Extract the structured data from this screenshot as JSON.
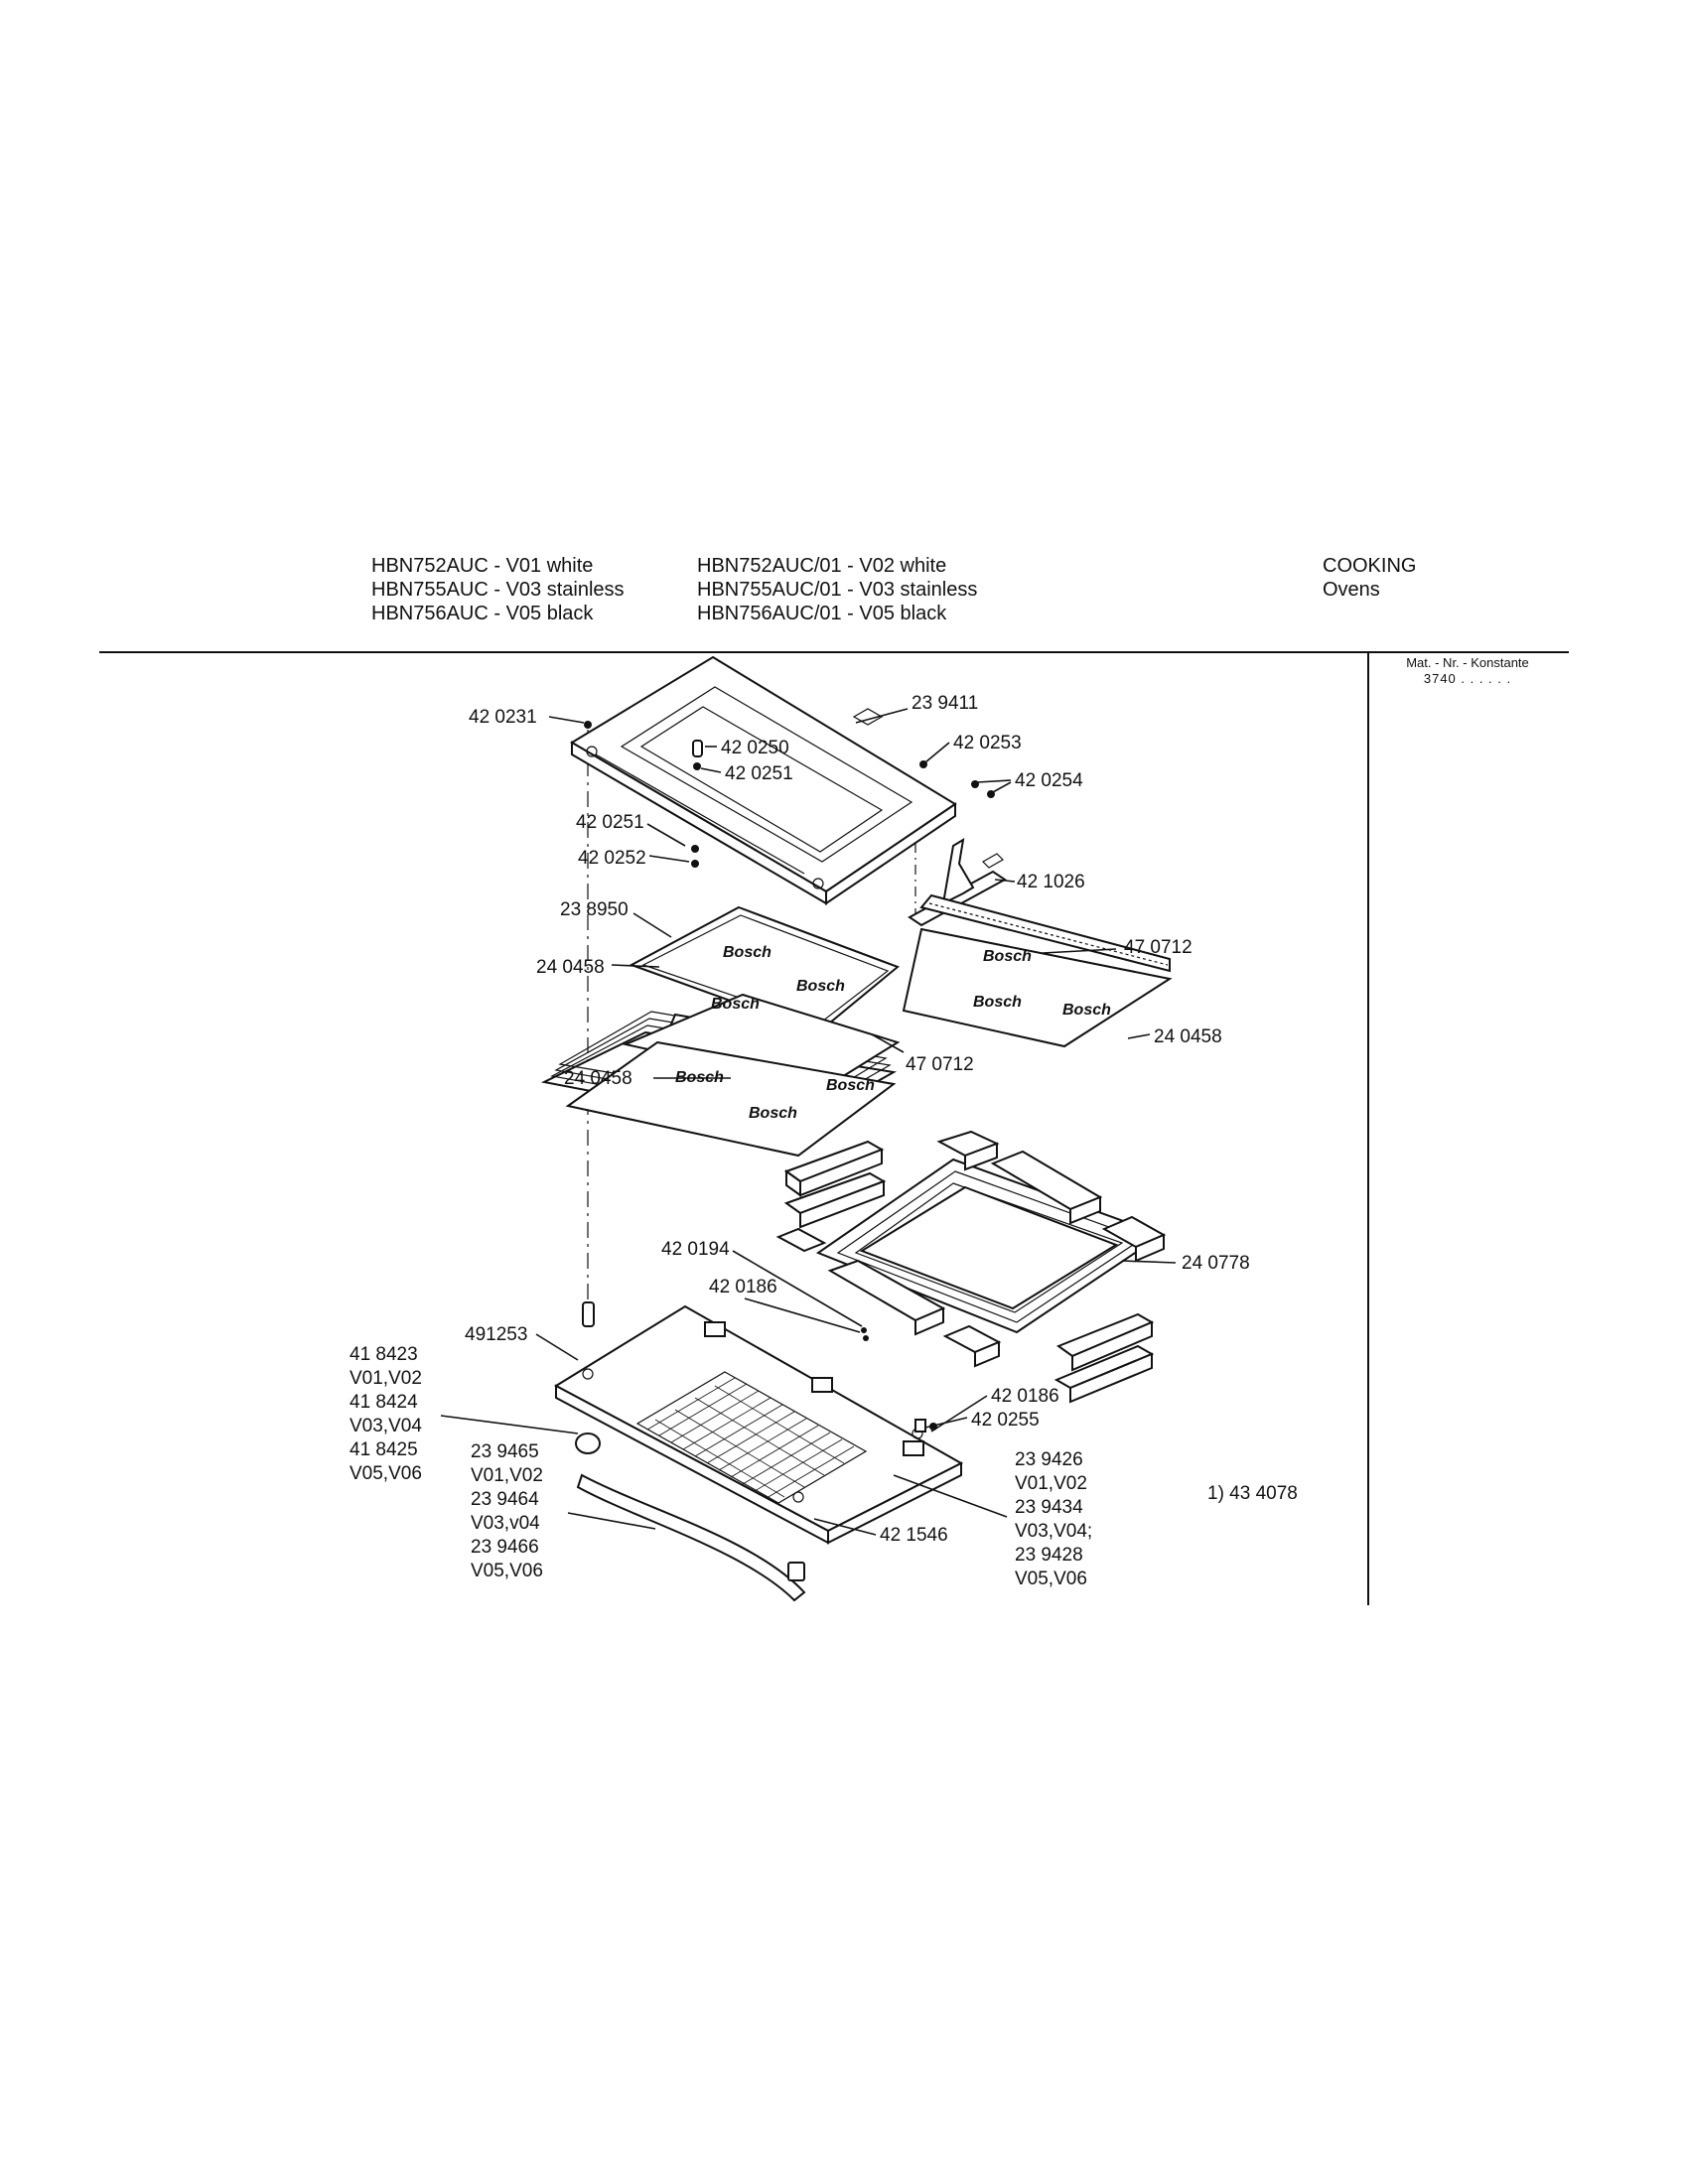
{
  "header": {
    "models_left": [
      "HBN752AUC - V01 white",
      "HBN755AUC - V03 stainless",
      "HBN756AUC - V05 black"
    ],
    "models_right": [
      "HBN752AUC/01 - V02 white",
      "HBN755AUC/01 - V03 stainless",
      "HBN756AUC/01 - V05 black"
    ],
    "category": [
      "COOKING",
      "Ovens"
    ]
  },
  "matnr": {
    "label": "Mat. - Nr. - Konstante",
    "value": "3740 . .   . . . ."
  },
  "parts": {
    "p420231": "42 0231",
    "p239411": "23 9411",
    "p420250": "42 0250",
    "p420251a": "42 0251",
    "p420253": "42 0253",
    "p420254": "42 0254",
    "p420251b": "42 0251",
    "p420252": "42 0252",
    "p421026": "42 1026",
    "p238950": "23 8950",
    "p470712a": "47 0712",
    "p240458a": "24 0458",
    "p470712b": "47 0712",
    "p240458b": "24 0458",
    "p240458c": "24 0458",
    "p240778": "24 0778",
    "p420194": "42 0194",
    "p420186a": "42 0186",
    "p491253": "491253",
    "p420186b": "42 0186",
    "p420255": "42 0255",
    "p421546": "42 1546",
    "note": "1) 43 4078"
  },
  "handle_group": [
    "41 8423",
    "V01,V02",
    "41 8424",
    "V03,V04",
    "41 8425",
    "V05,V06"
  ],
  "strip_group": [
    "23 9465",
    "V01,V02",
    "23 9464",
    "V03,v04",
    "23 9466",
    "V05,V06"
  ],
  "door_group": [
    "23 9426",
    "V01,V02",
    "23 9434",
    "V03,V04;",
    "23 9428",
    "V05,V06"
  ],
  "glass_mark": "Bosch"
}
